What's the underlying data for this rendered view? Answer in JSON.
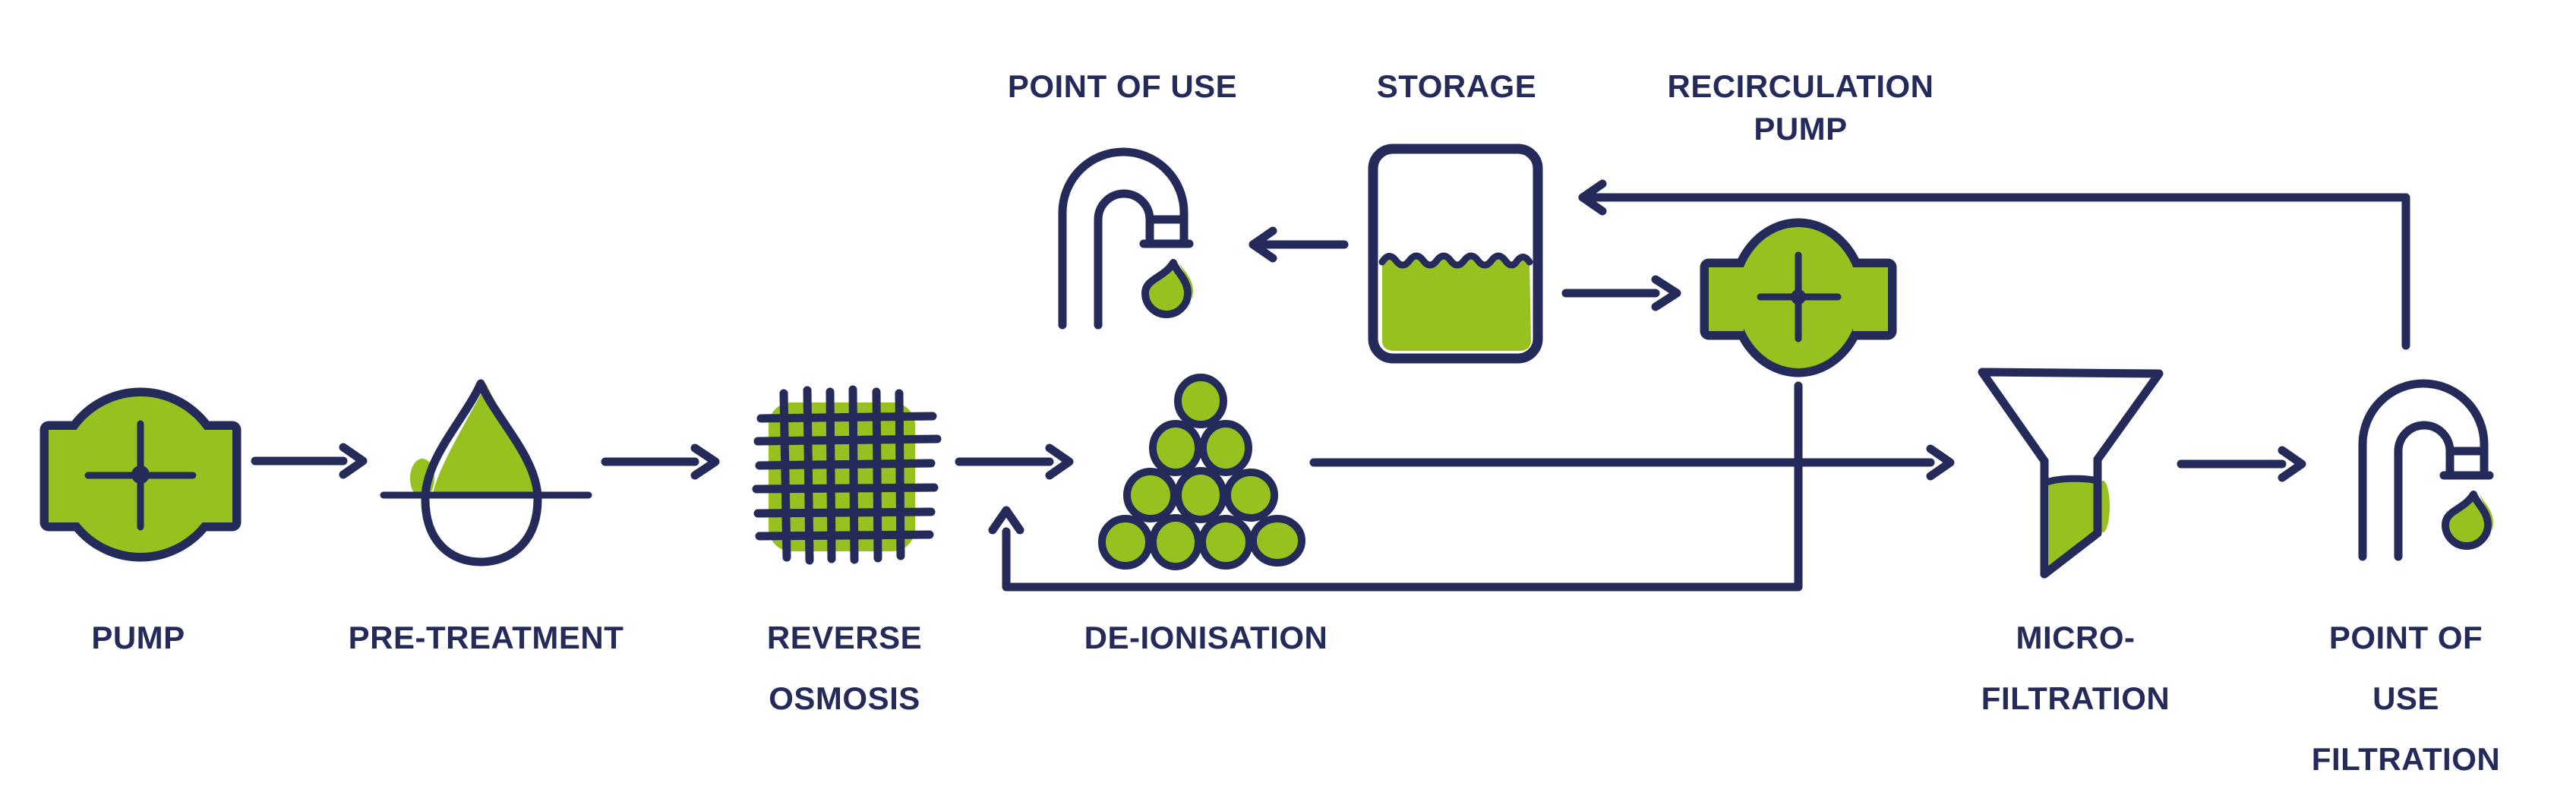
{
  "colors": {
    "navy": "#242A5A",
    "green": "#97C11E",
    "background": "#FFFFFF"
  },
  "labels": {
    "pump": "PUMP",
    "pre_treatment": "PRE-TREATMENT",
    "reverse_osmosis": "REVERSE\nOSMOSIS",
    "de_ionisation": "DE-IONISATION",
    "point_of_use": "POINT OF USE",
    "storage": "STORAGE",
    "recirculation_pump": "RECIRCULATION\nPUMP",
    "micro_filtration": "MICRO-\nFILTRATION",
    "point_of_use_filtration": "POINT OF USE\nFILTRATION"
  },
  "edges": [
    {
      "from": "pump",
      "to": "pre-treatment"
    },
    {
      "from": "pre-treatment",
      "to": "reverse-osmosis"
    },
    {
      "from": "reverse-osmosis",
      "to": "de-ionisation"
    },
    {
      "from": "de-ionisation",
      "to": "micro-filtration"
    },
    {
      "from": "micro-filtration",
      "to": "point-of-use-filtration"
    },
    {
      "from": "point-of-use-filtration",
      "to": "storage"
    },
    {
      "from": "storage",
      "to": "point-of-use"
    },
    {
      "from": "storage",
      "to": "recirculation-pump"
    },
    {
      "from": "recirculation-pump",
      "to": "de-ionisation"
    }
  ]
}
